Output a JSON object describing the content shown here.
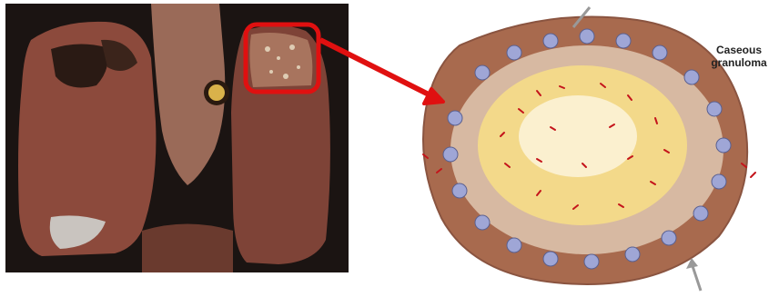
{
  "diagram": {
    "label_line1": "Caseous",
    "label_line2": "granuloma"
  },
  "colors": {
    "callout": "#e01010",
    "photo_bg": "#1b1412",
    "lung_tissue": "#8c4a3c",
    "granuloma_wall": "#a86a4e",
    "caseous_core": "#f3d98a",
    "macrophage": "#9fa6d6",
    "bacilli": "#c4141b",
    "pointer": "#999999"
  },
  "icons": [
    "lung-photo-image",
    "callout-box-icon",
    "callout-arrow-icon",
    "granuloma-illustration",
    "pointer-arrow-icon"
  ]
}
